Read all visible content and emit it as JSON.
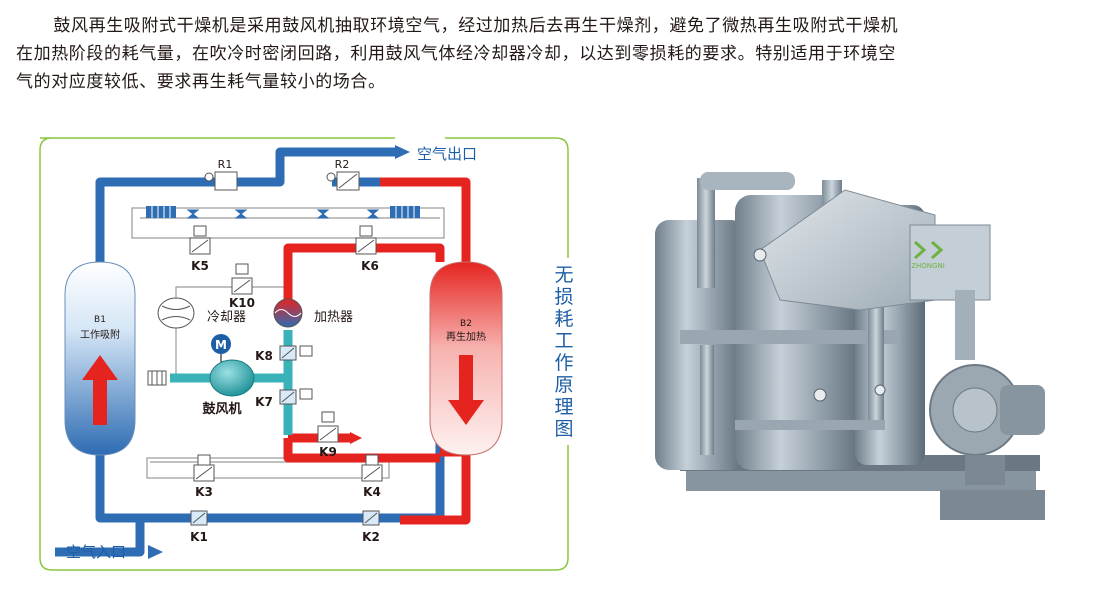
{
  "intro": {
    "line1": "鼓风再生吸附式干燥机是采用鼓风机抽取环境空气，经过加热后去再生干燥剂，避免了微热再生吸附式干燥机",
    "line2": "在加热阶段的耗气量，在吹冷时密闭回路，利用鼓风气体经冷却器冷却，以达到零损耗的要求。特别适用于环境空",
    "line3": "气的对应度较低、要求再生耗气量较小的场合。"
  },
  "diagram": {
    "vertical_title": "无损耗工作原理图",
    "air_outlet": "空气出口",
    "air_inlet": "空气入口",
    "tower_b1": {
      "name": "B1",
      "state": "工作吸附"
    },
    "tower_b2": {
      "name": "B2",
      "state": "再生加热"
    },
    "cooler": "冷却器",
    "heater": "加热器",
    "blower": "鼓风机",
    "motor_symbol": "M",
    "valves": {
      "r1": "R1",
      "r2": "R2",
      "k1": "K1",
      "k2": "K2",
      "k3": "K3",
      "k4": "K4",
      "k5": "K5",
      "k6": "K6",
      "k7": "K7",
      "k8": "K8",
      "k9": "K9",
      "k10": "K10"
    },
    "colors": {
      "wet_air": "#2e6cb3",
      "hot_air": "#e52420",
      "cool_air": "#3ab3b8",
      "frame": "#8cc63f",
      "text": "#1d5fa6"
    }
  },
  "machine": {
    "logo_text": "ZHONGNI"
  }
}
